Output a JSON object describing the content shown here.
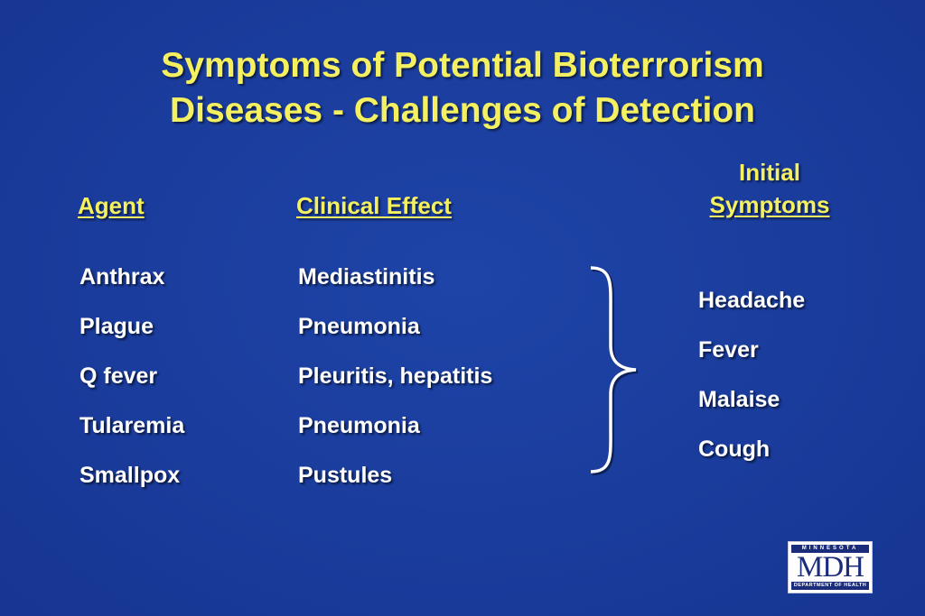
{
  "slide": {
    "title_line1": "Symptoms of Potential Bioterrorism",
    "title_line2": "Diseases - Challenges of Detection",
    "headers": {
      "agent": "Agent",
      "clinical_effect": "Clinical Effect",
      "initial_symptoms_line1": "Initial",
      "initial_symptoms_line2": "Symptoms"
    },
    "agents": [
      "Anthrax",
      "Plague",
      "Q fever",
      "Tularemia",
      "Smallpox"
    ],
    "clinical_effects": [
      "Mediastinitis",
      "Pneumonia",
      "Pleuritis, hepatitis",
      "Pneumonia",
      "Pustules"
    ],
    "initial_symptoms": [
      "Headache",
      "Fever",
      "Malaise",
      "Cough"
    ]
  },
  "logo": {
    "top_text": "MINNESOTA",
    "main_text": "MDH",
    "bottom_text": "DEPARTMENT OF HEALTH"
  },
  "colors": {
    "background": "#1a3c9c",
    "title": "#f4f060",
    "body_text": "#ffffff",
    "logo_navy": "#1b2c7a"
  },
  "icons": {
    "brace": "right-curly-brace-icon"
  }
}
